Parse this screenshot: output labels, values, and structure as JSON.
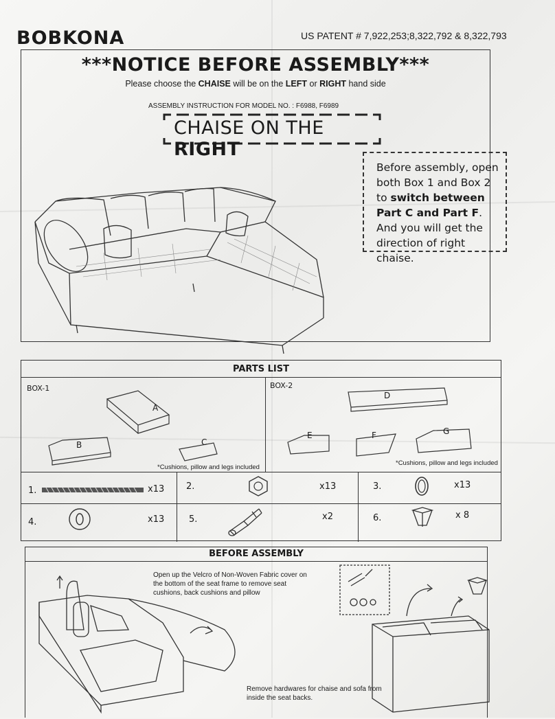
{
  "header": {
    "brand": "BOBKONA",
    "patent": "US PATENT # 7,922,253;8,322,792 & 8,322,793"
  },
  "notice": {
    "title": "***NOTICE BEFORE ASSEMBLY***",
    "choose_prefix": "Please choose the ",
    "choose_chaise": "CHAISE",
    "choose_mid": " will be on the ",
    "choose_left": "LEFT",
    "choose_or": " or ",
    "choose_right": "RIGHT",
    "choose_suffix": " hand side",
    "model_line": "ASSEMBLY INSTRUCTION FOR MODEL NO. : F6988, F6989",
    "chaise_prefix": "CHAISE  ON  THE ",
    "chaise_bold": "RIGHT",
    "note_1": "Before assembly, open both Box 1 and Box 2 to ",
    "note_bold": "switch between Part C and Part F",
    "note_2": ". And you will get the direction of right chaise."
  },
  "parts_list": {
    "title": "PARTS LIST",
    "box1_label": "BOX-1",
    "box2_label": "BOX-2",
    "parts": [
      "A",
      "B",
      "C",
      "D",
      "E",
      "F",
      "G"
    ],
    "included_note": "*Cushions, pillow and legs included",
    "hardware": [
      {
        "num": "1.",
        "qty": "x13",
        "icon": "bolt-icon"
      },
      {
        "num": "2.",
        "qty": "x13",
        "icon": "hex-nut-icon"
      },
      {
        "num": "3.",
        "qty": "x13",
        "icon": "spring-washer-icon"
      },
      {
        "num": "4.",
        "qty": "x13",
        "icon": "flat-washer-icon"
      },
      {
        "num": "5.",
        "qty": "x2",
        "icon": "wrench-icon"
      },
      {
        "num": "6.",
        "qty": "x 8",
        "icon": "sofa-leg-icon"
      }
    ]
  },
  "before_assembly": {
    "title": "BEFORE ASSEMBLY",
    "instruction_1": "Open up the Velcro of Non-Woven Fabric cover on the bottom of the seat frame to remove seat cushions, back cushions and pillow",
    "instruction_2": "Remove hardwares for chaise and sofa from inside the seat backs."
  }
}
